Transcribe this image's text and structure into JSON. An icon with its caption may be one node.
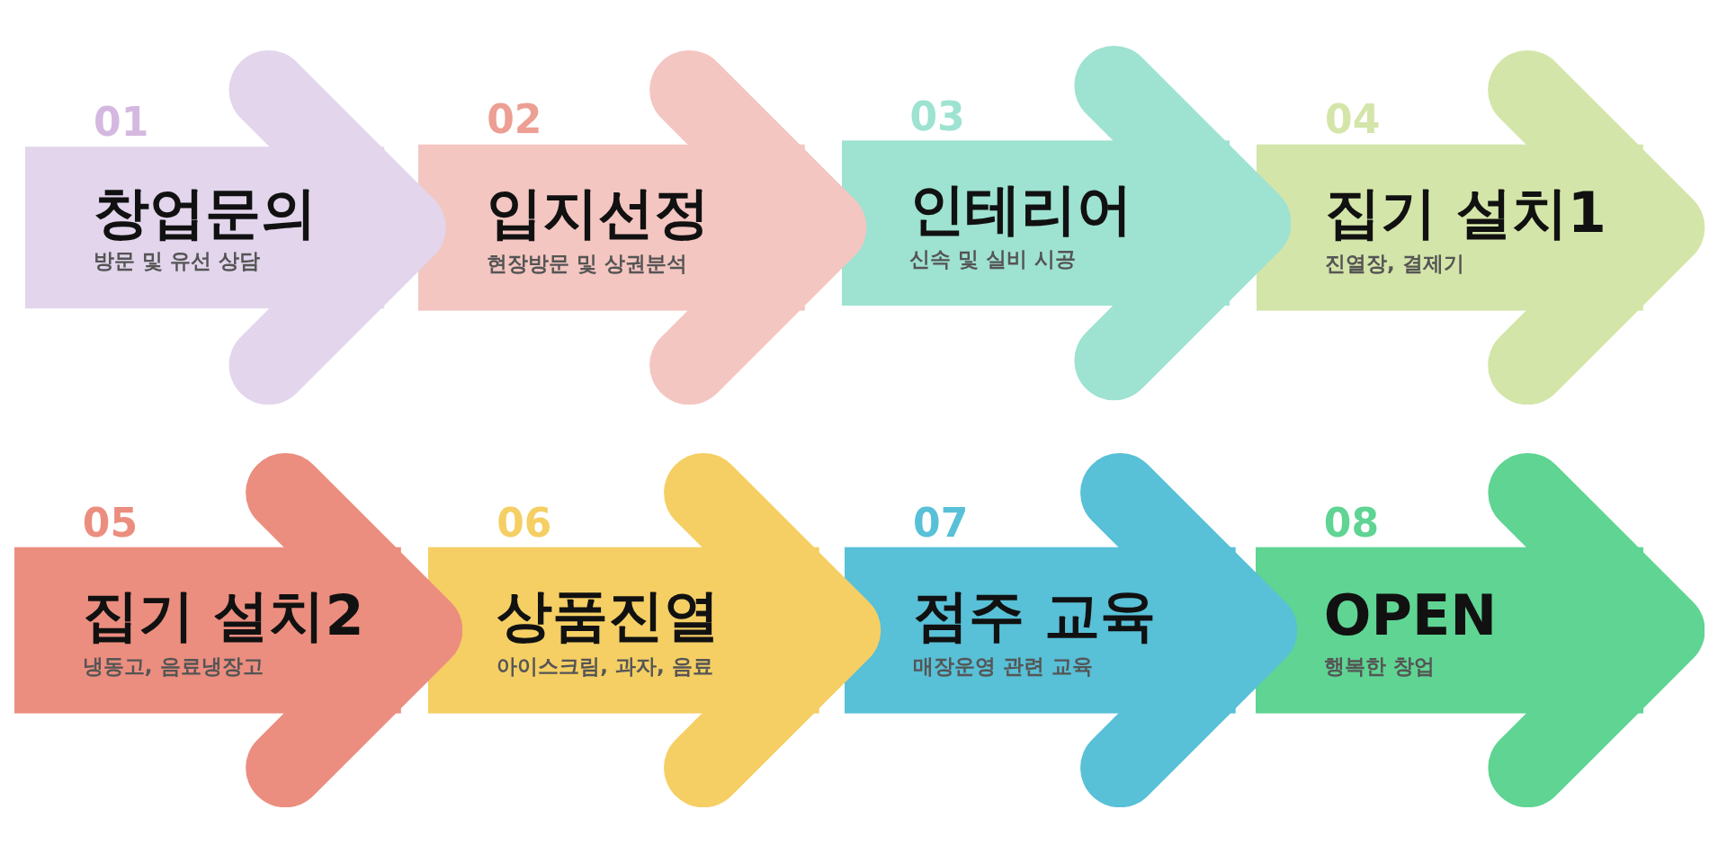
{
  "diagram": {
    "nodes": [
      {
        "text": [
          "01",
          "창업문의",
          "방문 및 유선 상담"
        ]
      },
      {
        "text": [
          "02",
          "입지선정",
          "현장방문 및 상권분석"
        ]
      },
      {
        "text": [
          "03",
          "인테리어",
          "신속 및 실비 시공"
        ]
      },
      {
        "text": [
          "04",
          "집기 설치1",
          "진열장, 결제기"
        ]
      },
      {
        "text": [
          "05",
          "집기 설치2",
          "냉동고, 음료냉장고"
        ]
      },
      {
        "text": [
          "06",
          "상품진열",
          "아이스크림, 과자, 음료"
        ]
      },
      {
        "text": [
          "07",
          "점주 교육",
          "매장운영 관련 교육"
        ]
      },
      {
        "text": [
          "08",
          "OPEN",
          "행복한 창업"
        ]
      }
    ]
  }
}
